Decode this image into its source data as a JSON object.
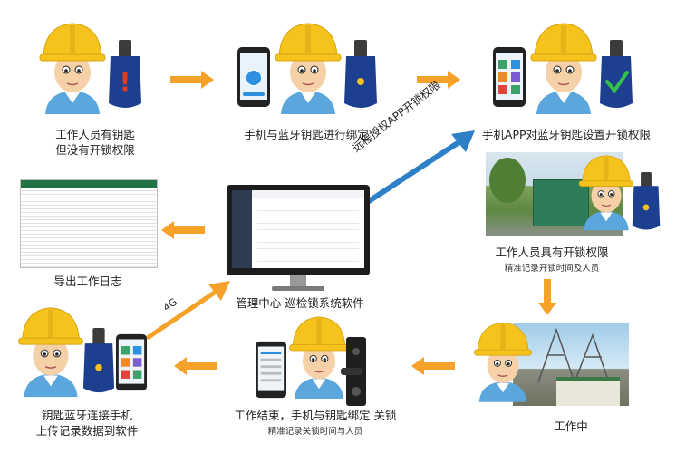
{
  "steps": {
    "s1": {
      "line1": "工作人员有钥匙",
      "line2": "但没有开锁权限"
    },
    "s2": {
      "line1": "手机与蓝牙钥匙进行绑定"
    },
    "s3": {
      "line1": "手机APP对蓝牙钥匙设置开锁权限"
    },
    "s4": {
      "line1": "工作人员具有开锁权限",
      "sub": "精准记录开锁时间及人员"
    },
    "s5": {
      "line1": "工作中"
    },
    "s6": {
      "line1": "工作结束，手机与钥匙绑定 关锁",
      "sub": "精准记录关锁时间与人员"
    },
    "s7": {
      "line1": "钥匙蓝牙连接手机",
      "line2": "上传记录数据到软件"
    },
    "export": {
      "line1": "导出工作日志"
    },
    "center": {
      "line1": "管理中心 巡检锁系统软件"
    }
  },
  "arrow_labels": {
    "remote": "远程授权APP开锁权限",
    "net": "4G"
  },
  "colors": {
    "arrow": "#f5a12a",
    "blue_arrow": "#2d7fc8",
    "helmet": "#f6c21c",
    "shirt": "#5aa6dd",
    "key": "#1d3f8f"
  }
}
